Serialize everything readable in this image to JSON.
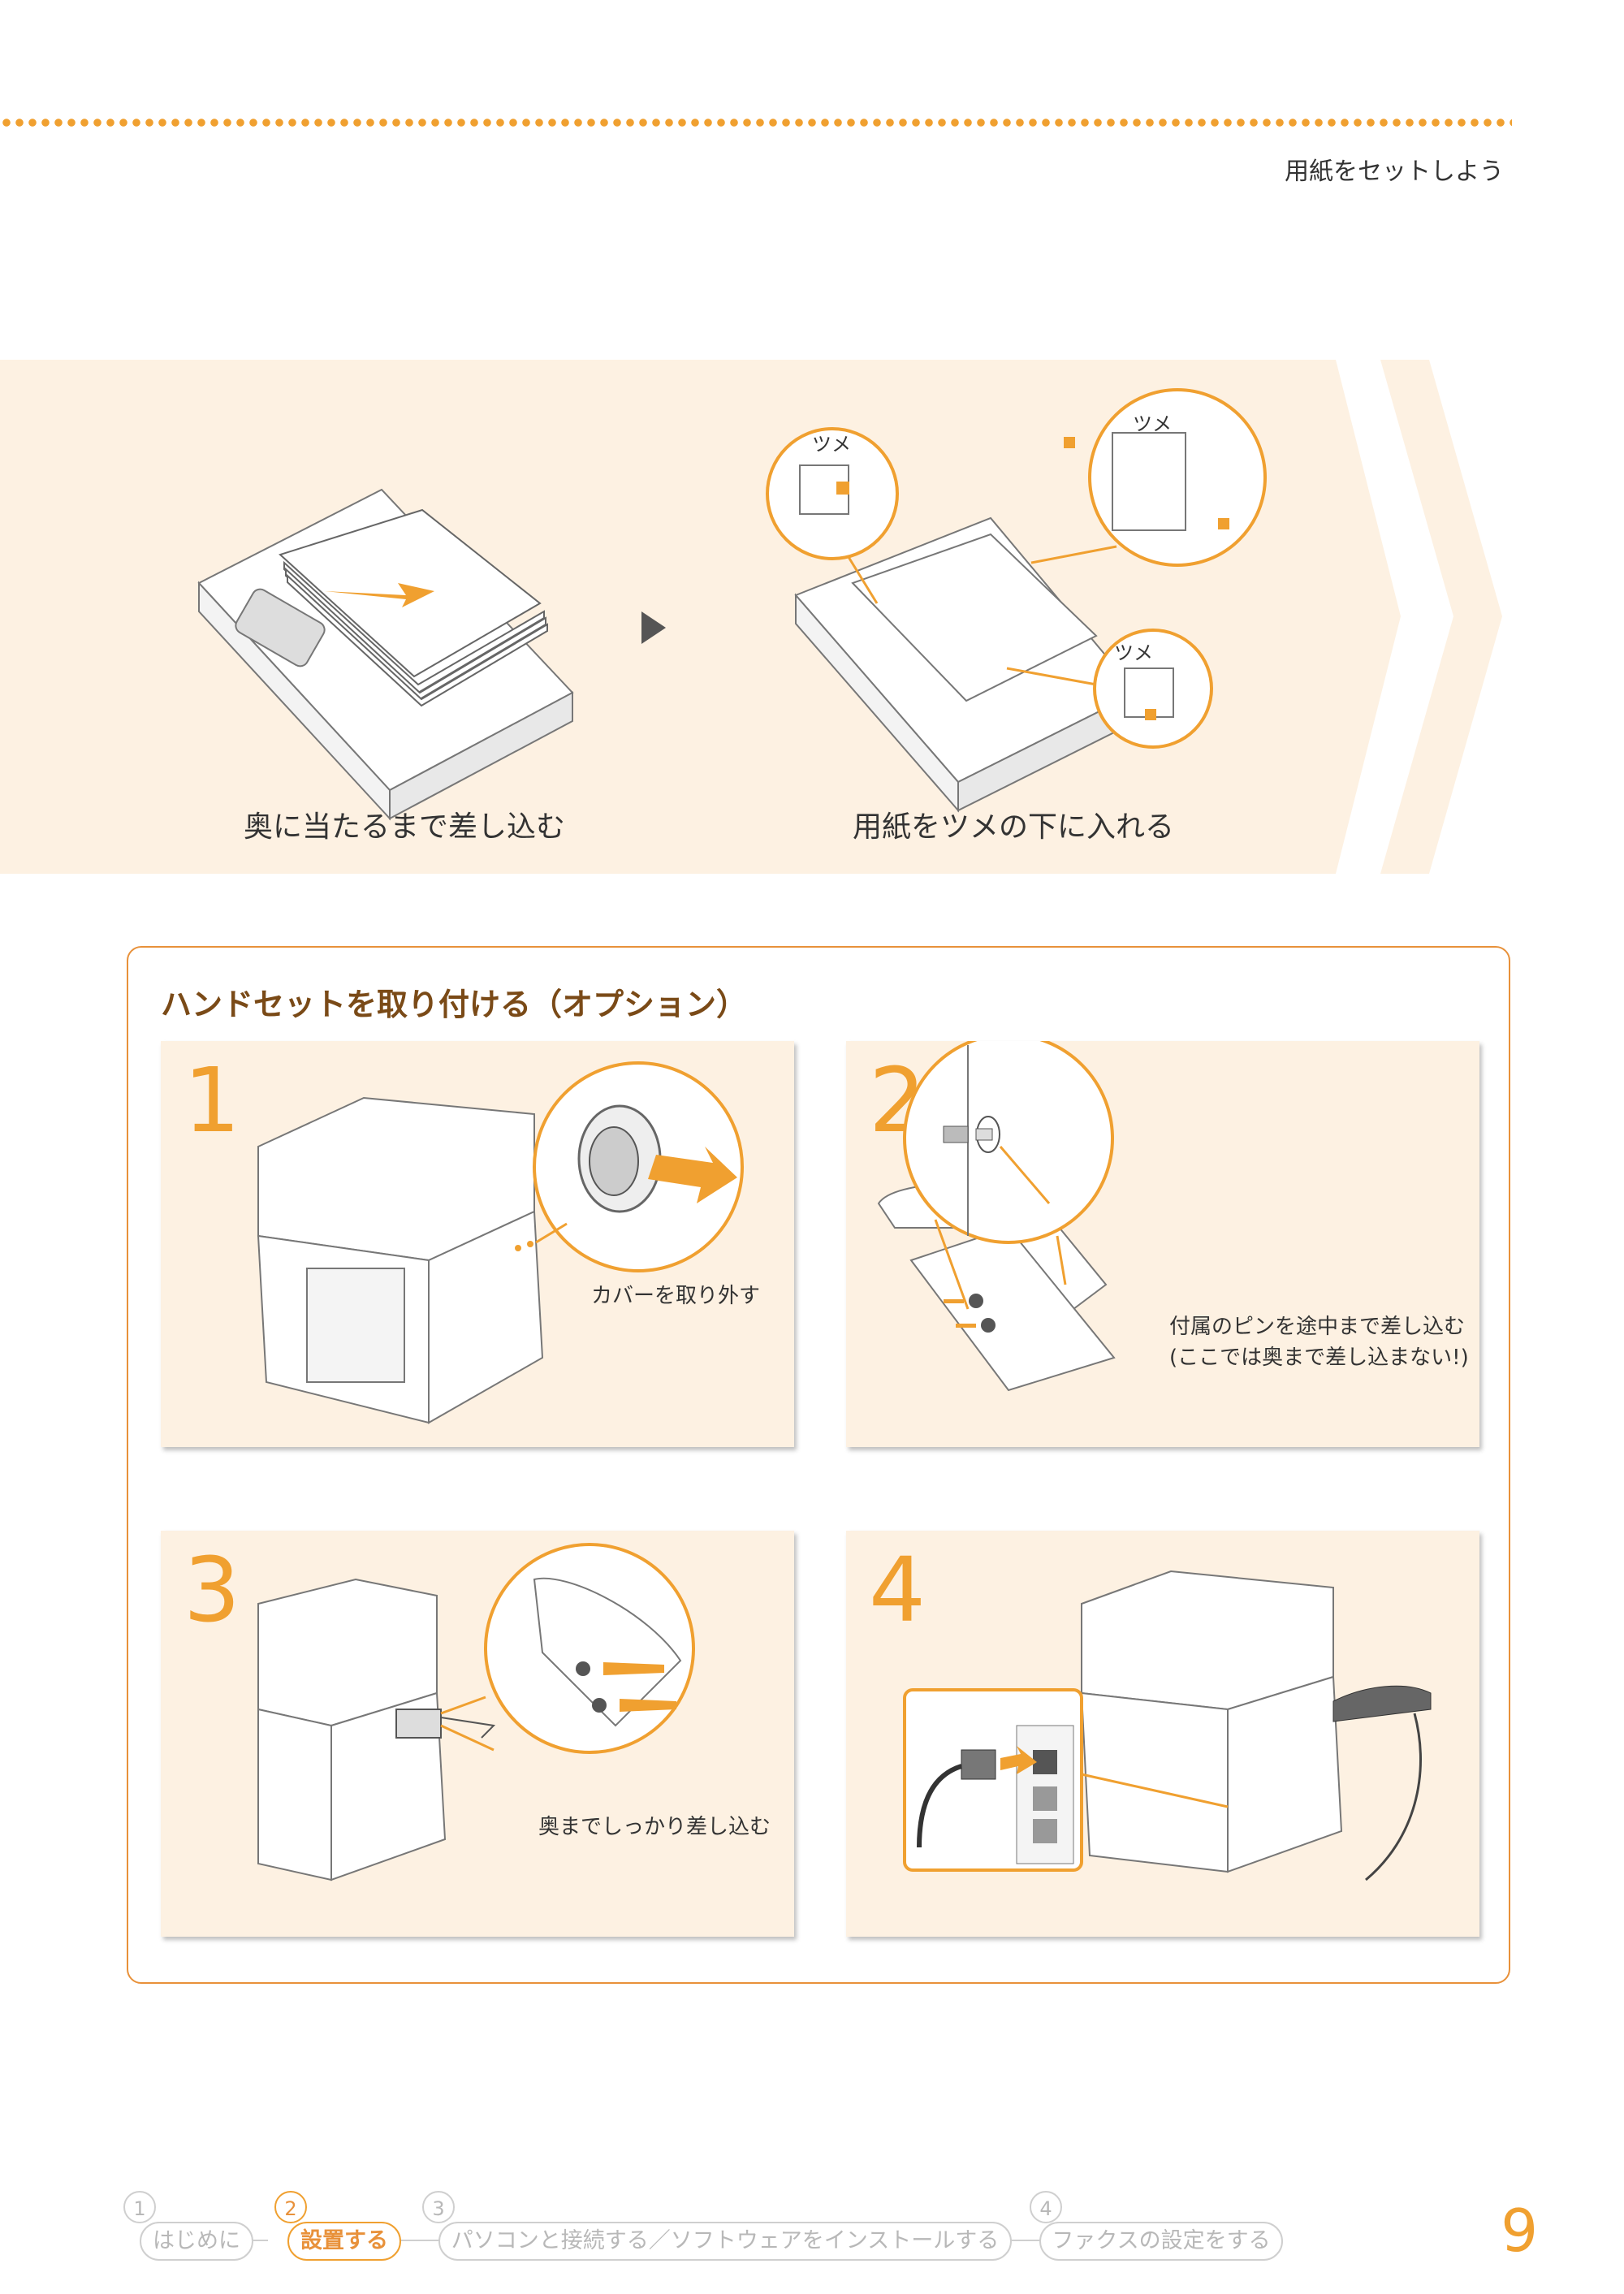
{
  "header": {
    "title": "用紙をセットしよう"
  },
  "band": {
    "caption_left": "奥に当たるまで差し込む",
    "caption_right": "用紙をツメの下に入れる",
    "callout_labels": [
      "ツメ",
      "ツメ",
      "ツメ"
    ]
  },
  "section": {
    "title": "ハンドセットを取り付ける（オプション）",
    "steps": [
      {
        "number": "1",
        "label": "カバーを取り外す"
      },
      {
        "number": "2",
        "label_line1": "付属のピンを途中まで差し込む",
        "label_line2": "(ここでは奥まで差し込まない!)"
      },
      {
        "number": "3",
        "label": "奥までしっかり差し込む"
      },
      {
        "number": "4"
      }
    ]
  },
  "footer": {
    "breadcrumbs": [
      {
        "num": "1",
        "label": "はじめに",
        "active": false
      },
      {
        "num": "2",
        "label": "設置する",
        "active": true
      },
      {
        "num": "3",
        "label": "パソコンと接続する／ソフトウェアをインストールする",
        "active": false
      },
      {
        "num": "4",
        "label": "ファクスの設定をする",
        "active": false
      }
    ],
    "page_number": "9"
  },
  "colors": {
    "accent": "#f0a030",
    "band_bg": "#fdf1e2",
    "frame_border": "#e8913a"
  }
}
